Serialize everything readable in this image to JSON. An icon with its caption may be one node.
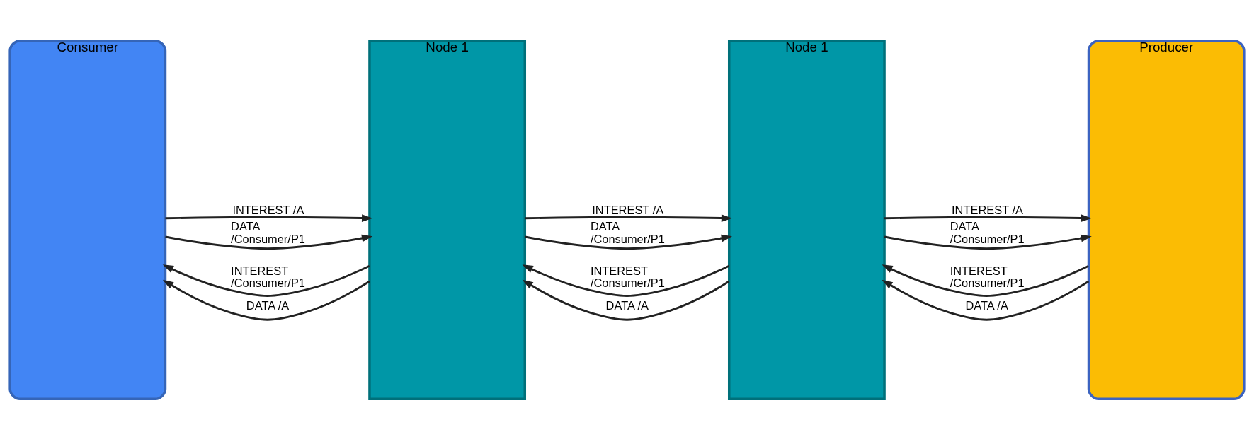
{
  "diagram": {
    "nodes": [
      {
        "text": [
          "Consumer"
        ]
      },
      {
        "text": [
          "Node 1"
        ]
      },
      {
        "text": [
          "Node 1"
        ]
      },
      {
        "text": [
          "Producer"
        ]
      }
    ],
    "edges": [
      {
        "from": 0,
        "to": 1,
        "arrow": "to",
        "label": "INTEREST /A"
      },
      {
        "from": 1,
        "to": 2,
        "arrow": "to",
        "label": "INTEREST /A"
      },
      {
        "from": 2,
        "to": 3,
        "arrow": "to",
        "label": "INTEREST /A"
      },
      {
        "from": 3,
        "to": 2,
        "arrow": "to",
        "label": "INTEREST /Consumer/P1"
      },
      {
        "from": 2,
        "to": 1,
        "arrow": "to",
        "label": "INTEREST /Consumer/P1"
      },
      {
        "from": 1,
        "to": 0,
        "arrow": "to",
        "label": "INTEREST /Consumer/P1"
      },
      {
        "from": 0,
        "to": 1,
        "arrow": "to",
        "label": "DATA /Consumer/P1"
      },
      {
        "from": 1,
        "to": 2,
        "arrow": "to",
        "label": "DATA /Consumer/P1"
      },
      {
        "from": 2,
        "to": 3,
        "arrow": "to",
        "label": "DATA /Consumer/P1"
      },
      {
        "from": 3,
        "to": 2,
        "arrow": "to",
        "label": "DATA /A"
      },
      {
        "from": 2,
        "to": 1,
        "arrow": "to",
        "label": "DATA /A"
      },
      {
        "from": 1,
        "to": 0,
        "arrow": "to",
        "label": "DATA /A"
      }
    ]
  }
}
